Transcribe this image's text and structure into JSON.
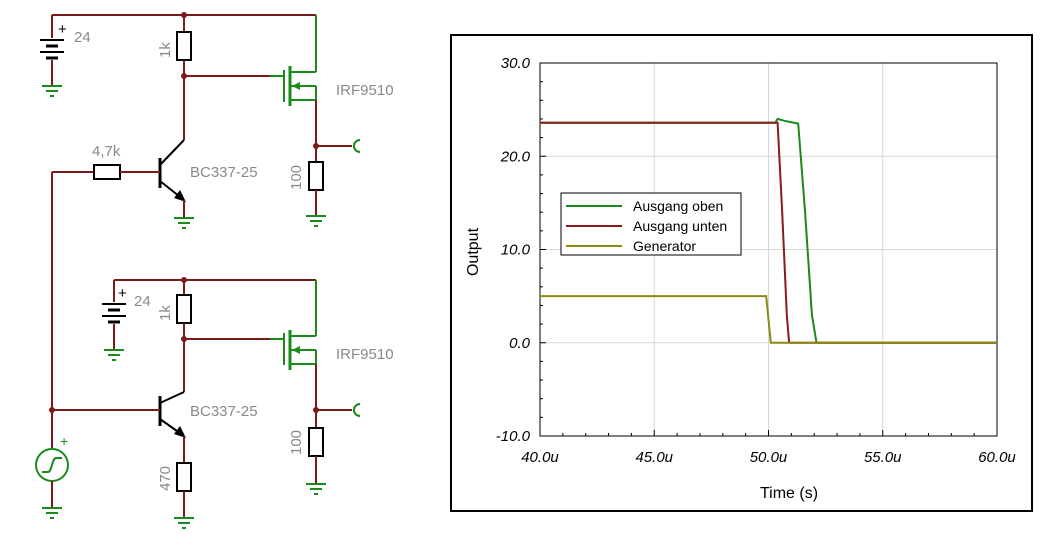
{
  "schematic": {
    "top": {
      "battery": "24",
      "resistor_collector": "1k",
      "mosfet": "IRF9510",
      "resistor_base": "4,7k",
      "transistor": "BC337-25",
      "resistor_load": "100"
    },
    "bottom": {
      "battery": "24",
      "resistor_collector": "1k",
      "mosfet": "IRF9510",
      "transistor": "BC337-25",
      "resistor_load": "100",
      "resistor_emitter": "470"
    },
    "plus_signs": [
      "+",
      "+",
      "+"
    ]
  },
  "chart_data": {
    "type": "line",
    "title": "",
    "xlabel": "Time (s)",
    "ylabel": "Output",
    "xlim": [
      40.0,
      60.0
    ],
    "ylim": [
      -10.0,
      30.0
    ],
    "x_unit": "u",
    "x_ticks": [
      "40.0u",
      "45.0u",
      "50.0u",
      "55.0u",
      "60.0u"
    ],
    "y_ticks": [
      "30.0",
      "20.0",
      "10.0",
      "0.0",
      "-10.0"
    ],
    "grid": true,
    "legend_position": "middle-left",
    "series": [
      {
        "name": "Ausgang oben",
        "color": "#1a8a1a",
        "points": [
          [
            40.0,
            23.6
          ],
          [
            50.3,
            23.6
          ],
          [
            50.4,
            24.0
          ],
          [
            50.7,
            23.8
          ],
          [
            51.3,
            23.5
          ],
          [
            51.6,
            14.0
          ],
          [
            51.9,
            3.0
          ],
          [
            52.1,
            0.0
          ],
          [
            60.0,
            0.0
          ]
        ]
      },
      {
        "name": "Ausgang unten",
        "color": "#8b1a1a",
        "points": [
          [
            40.0,
            23.6
          ],
          [
            50.4,
            23.6
          ],
          [
            50.6,
            14.0
          ],
          [
            50.8,
            3.0
          ],
          [
            50.9,
            0.0
          ],
          [
            60.0,
            0.0
          ]
        ]
      },
      {
        "name": "Generator",
        "color": "#8a8a10",
        "points": [
          [
            40.0,
            5.0
          ],
          [
            49.9,
            5.0
          ],
          [
            50.1,
            0.0
          ],
          [
            60.0,
            0.0
          ]
        ]
      }
    ]
  }
}
